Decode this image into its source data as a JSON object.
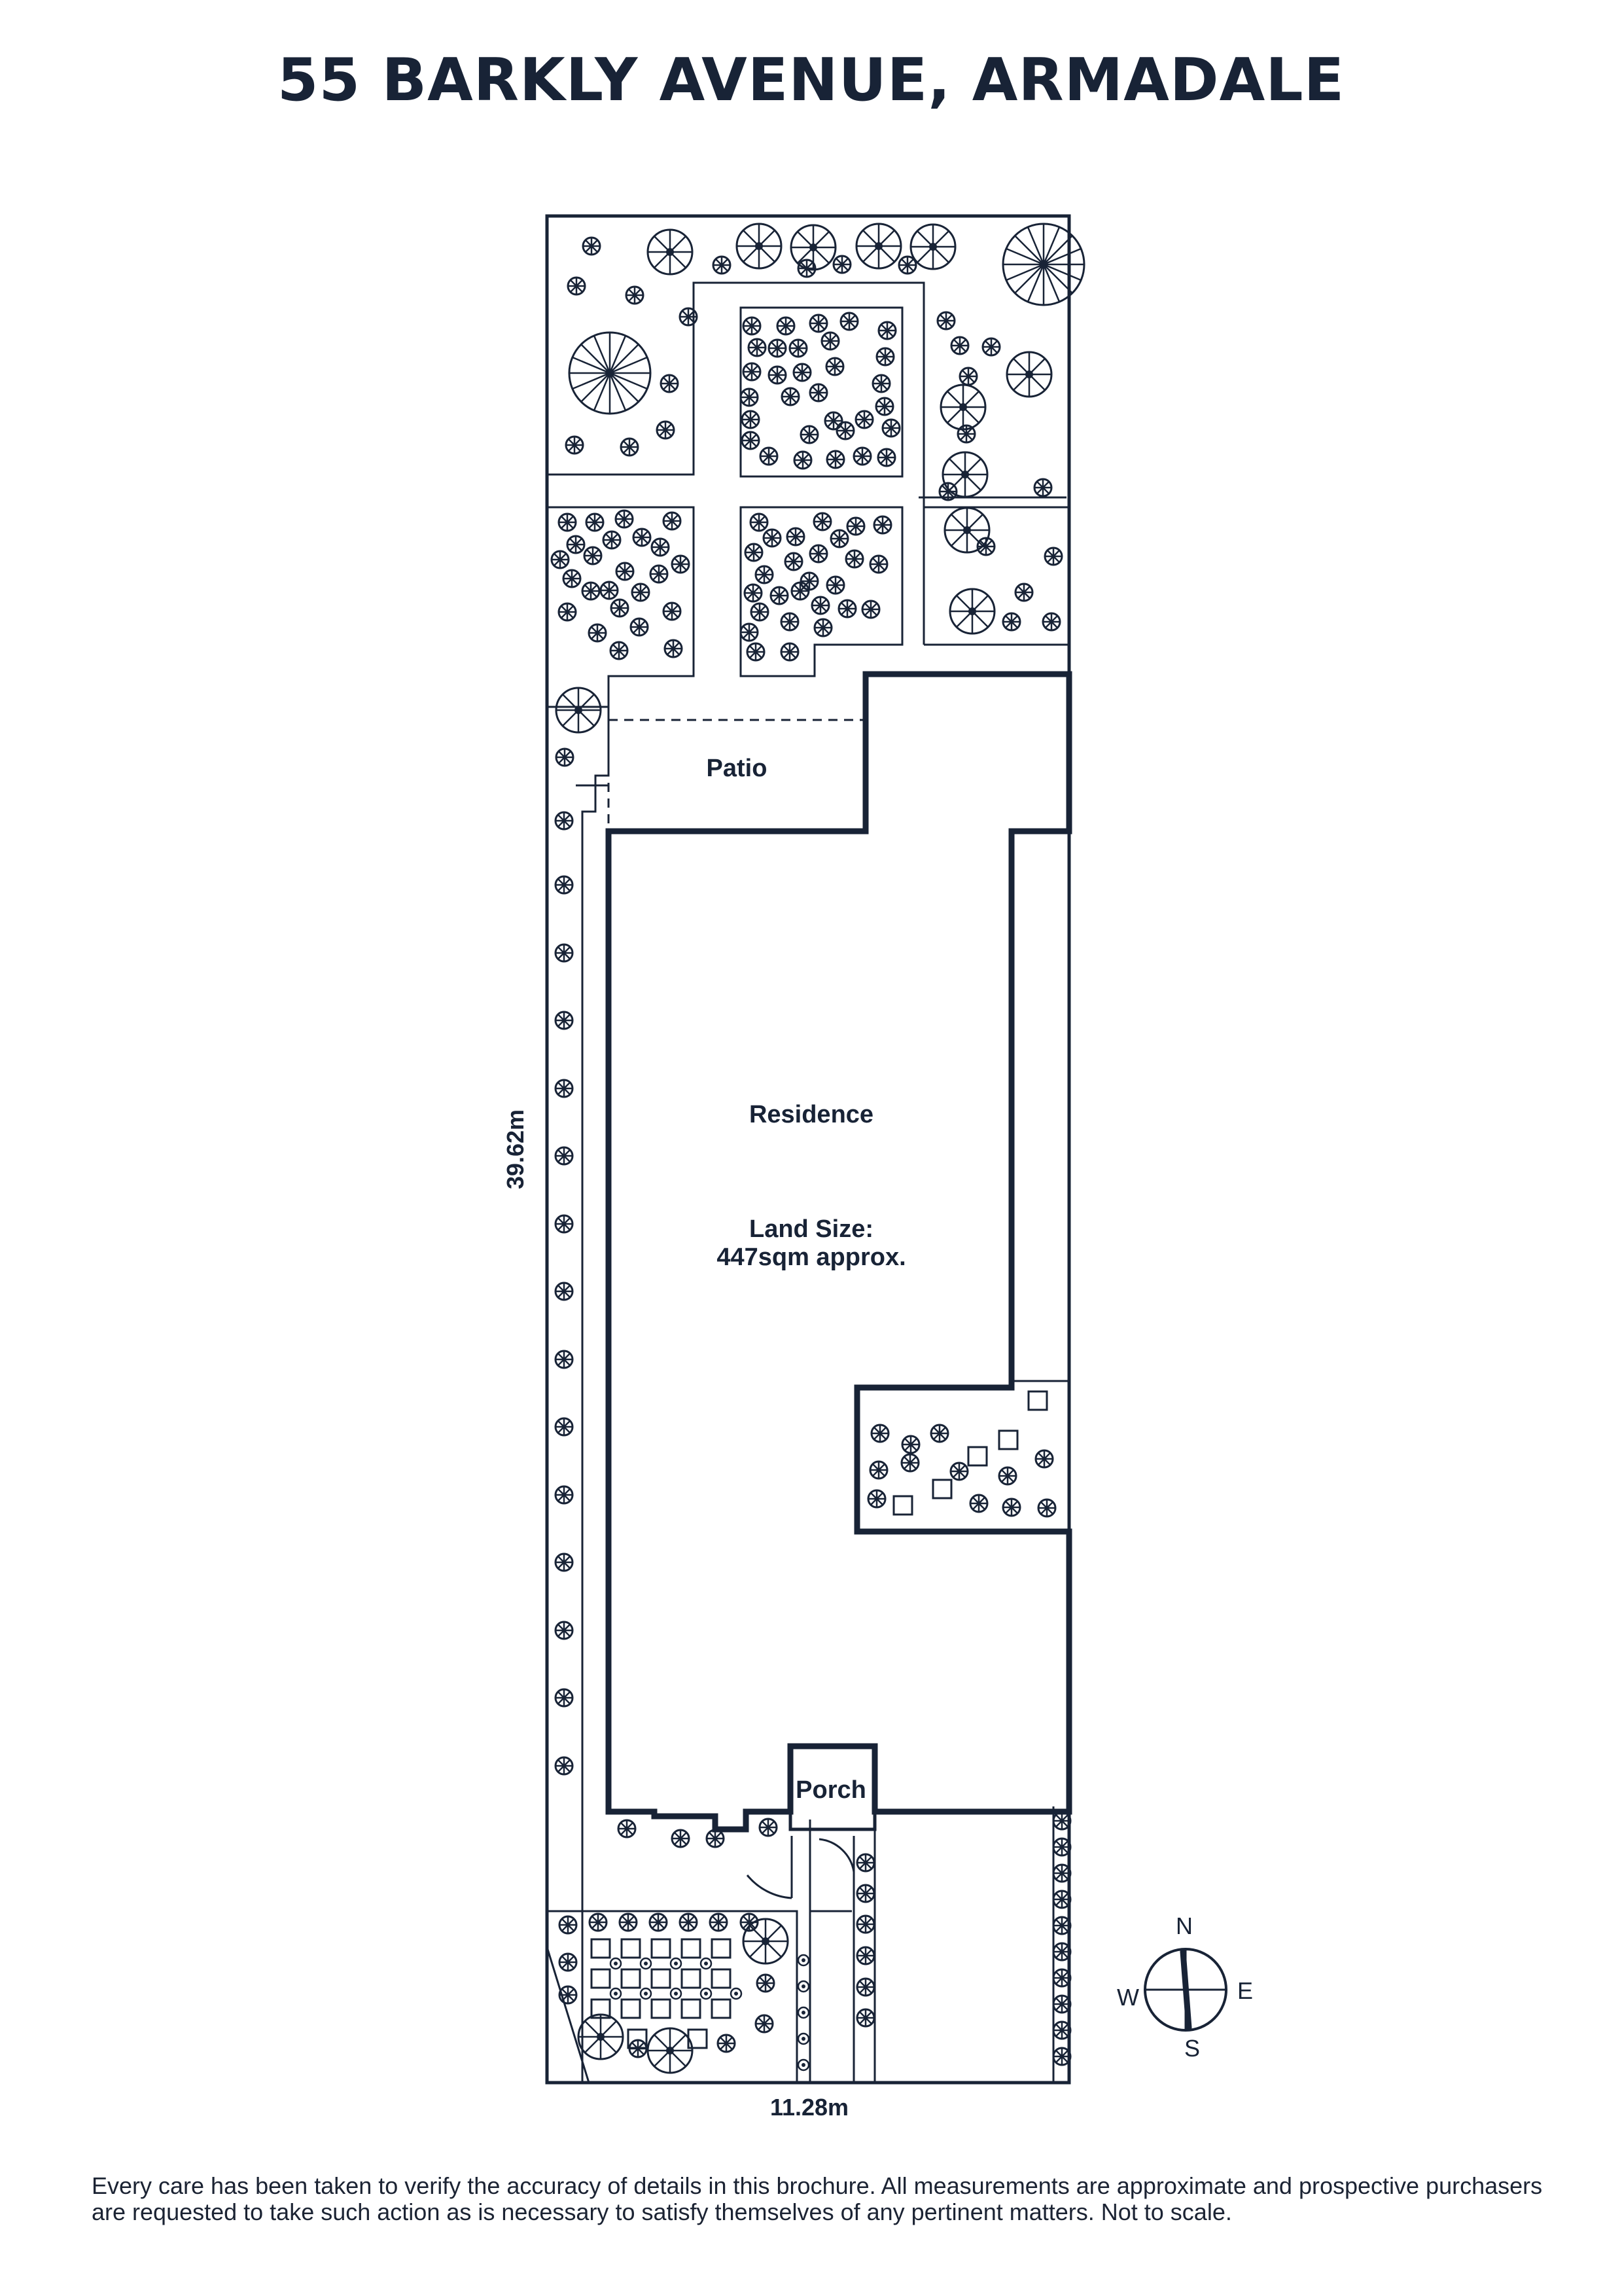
{
  "title": "55 BARKLY AVENUE, ARMADALE",
  "labels": {
    "patio": "Patio",
    "residence": "Residence",
    "land_size_line1": "Land Size:",
    "land_size_line2": "447sqm approx.",
    "porch": "Porch"
  },
  "dimensions": {
    "side": "39.62m",
    "front": "11.28m"
  },
  "compass": {
    "north": "N",
    "east": "E",
    "south": "S",
    "west": "W"
  },
  "disclaimer": "Every care has been taken to verify the accuracy of details in this brochure. All measurements are approximate and prospective purchasers are requested to take such action as is necessary to satisfy themselves of any pertinent matters. Not to scale.",
  "colors": {
    "ink": "#182336",
    "background": "#ffffff"
  }
}
